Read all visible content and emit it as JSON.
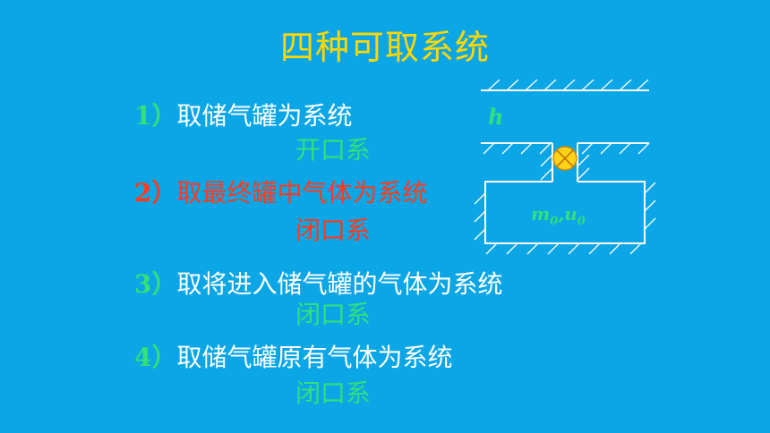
{
  "title": "四种可取系统",
  "items": [
    {
      "num": "1）",
      "text": "取储气罐为系统",
      "sub": "开口系"
    },
    {
      "num": "2）",
      "text": "取最终罐中气体为系统",
      "sub": "闭口系"
    },
    {
      "num": "3）",
      "text": "取将进入储气罐的气体为系统",
      "sub": "闭口系"
    },
    {
      "num": "4）",
      "text": "取储气罐原有气体为系统",
      "sub": "闭口系"
    }
  ],
  "diagram": {
    "height_label": "h",
    "tank_label_m": "m",
    "tank_label_u": "u",
    "subscript": "0",
    "comma": ","
  },
  "colors": {
    "background": "#0aa6e6",
    "title": "#ffd800",
    "green": "#33e07a",
    "red": "#ff3a1e",
    "valve": "#ffd21a"
  }
}
